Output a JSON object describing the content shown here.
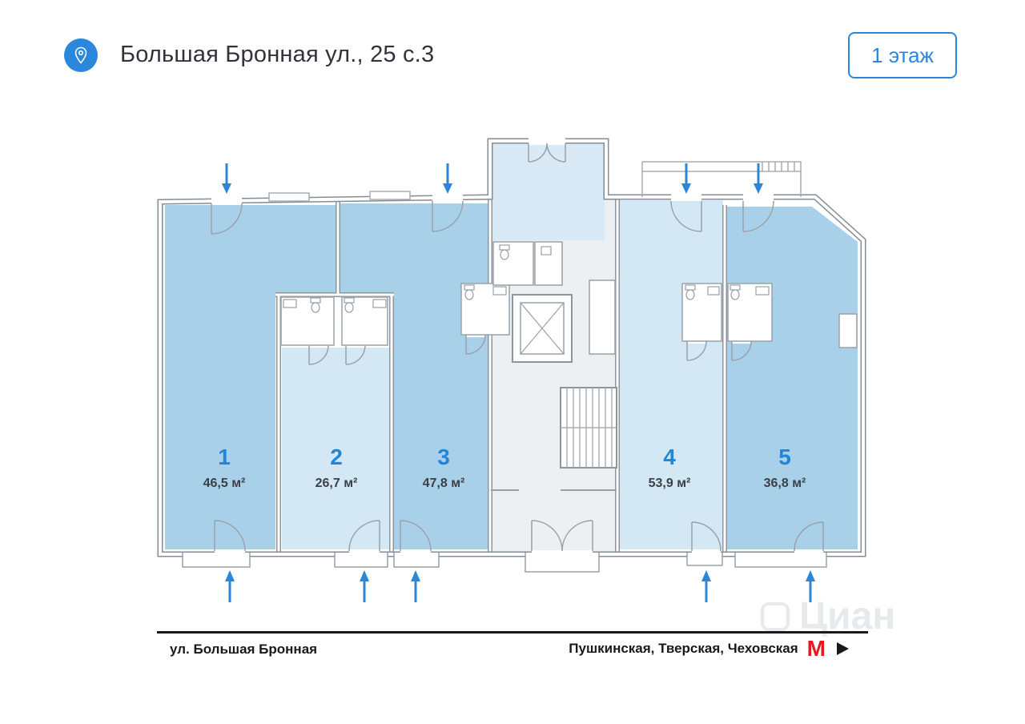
{
  "header": {
    "title": "Большая Бронная ул., 25 с.3",
    "floor_badge": "1 этаж"
  },
  "plan": {
    "units": [
      {
        "number": "1",
        "area": "46,5 м²"
      },
      {
        "number": "2",
        "area": "26,7 м²"
      },
      {
        "number": "3",
        "area": "47,8 м²"
      },
      {
        "number": "4",
        "area": "53,9 м²"
      },
      {
        "number": "5",
        "area": "36,8 м²"
      }
    ]
  },
  "footer": {
    "street": "ул. Большая Бронная",
    "metro_stations": "Пушкинская, Тверская, Чеховская",
    "metro_symbol": "М"
  },
  "watermark": "Циан",
  "colors": {
    "accent": "#2b87db",
    "unit_dark": "#a9d0e9",
    "unit_light": "#d4e7f5",
    "core_gray": "#edf0f2",
    "wall_gray": "#8d959d",
    "metro_red": "#e21a25"
  }
}
